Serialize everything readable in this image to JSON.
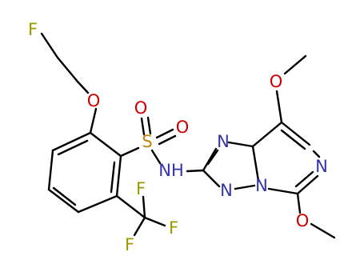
{
  "molecule": {
    "atoms": {
      "fluoro_f": "F",
      "ether_o": "O",
      "sulfonyl_s": "S",
      "sulfonyl_o_top": "O",
      "sulfonyl_o_right": "O",
      "amide_nh": "NH",
      "cf3_f_right": "F",
      "cf3_f_left": "F",
      "cf3_f_bottom": "F",
      "triazole_n_top": "N",
      "triazole_n_bottom": "N",
      "bridge_n": "N",
      "pyrimidine_n": "N",
      "methoxy_o_top": "O",
      "methoxy_o_bottom": "O"
    },
    "colors": {
      "carbon_bonds": "#000000",
      "nitrogen": "#3333aa",
      "oxygen": "#cc0000",
      "sulfur": "#b8860b",
      "fluorine": "#9a9a00"
    }
  }
}
